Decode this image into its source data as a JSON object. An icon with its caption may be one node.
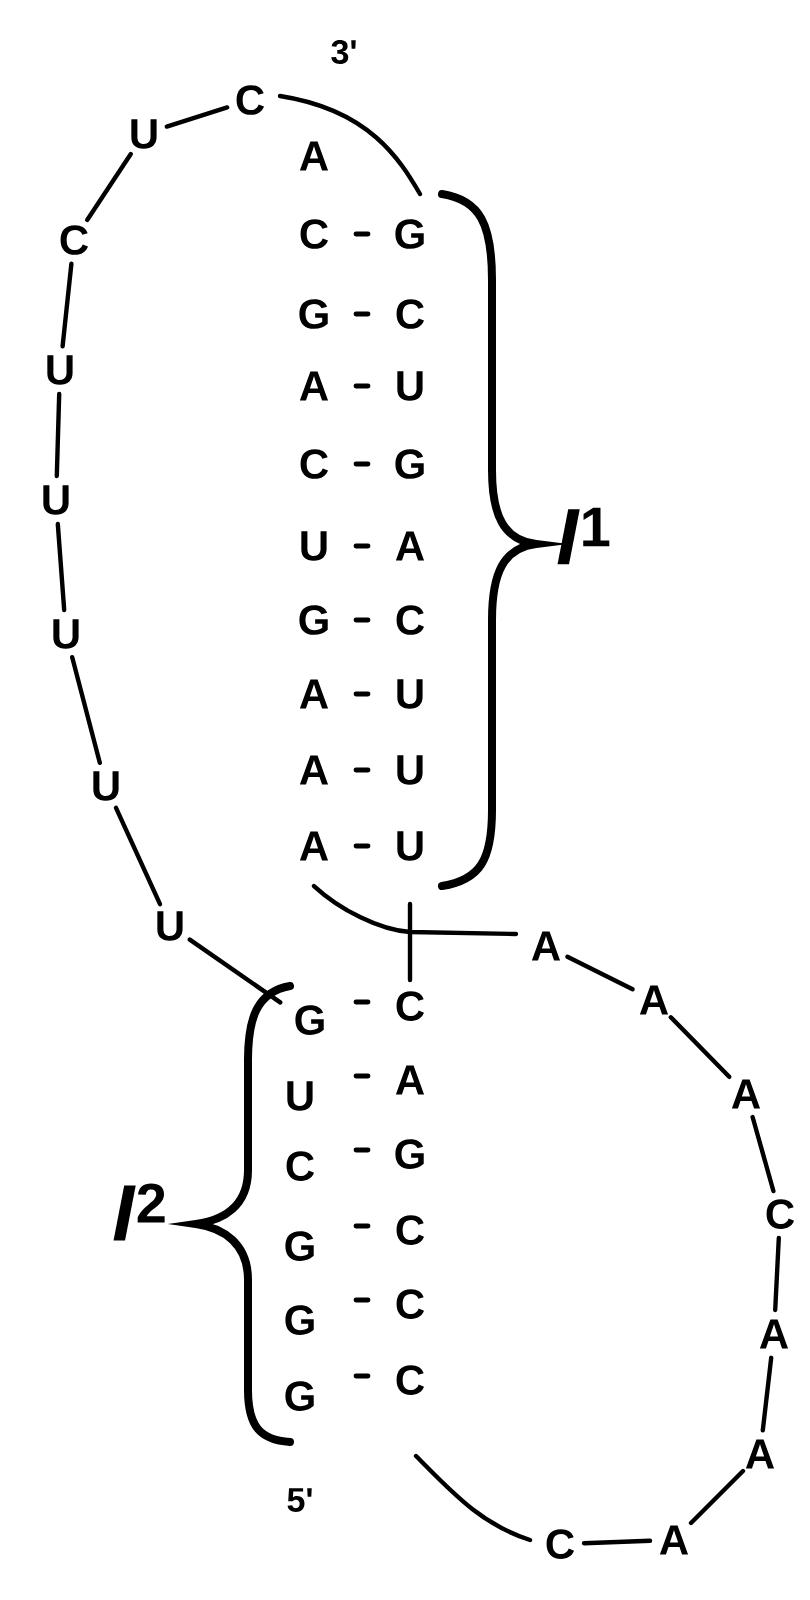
{
  "diagram": {
    "labels": [
      "3'",
      "C",
      "U",
      "A",
      "C",
      "C",
      "G",
      "G",
      "C",
      "U",
      "A",
      "U",
      "C",
      "G",
      "U",
      "U",
      "A",
      "U",
      "G",
      "C",
      "A",
      "U",
      "U",
      "A",
      "U",
      "A",
      "U",
      "*I*$^{1}$",
      "U",
      "A",
      "G",
      "C",
      "A",
      "U",
      "A",
      "A",
      "C",
      "G",
      "*I*$^{2}$",
      "C",
      "G",
      "C",
      "G",
      "C",
      "A",
      "G",
      "C",
      "A",
      "5'",
      "C",
      "A"
    ]
  }
}
